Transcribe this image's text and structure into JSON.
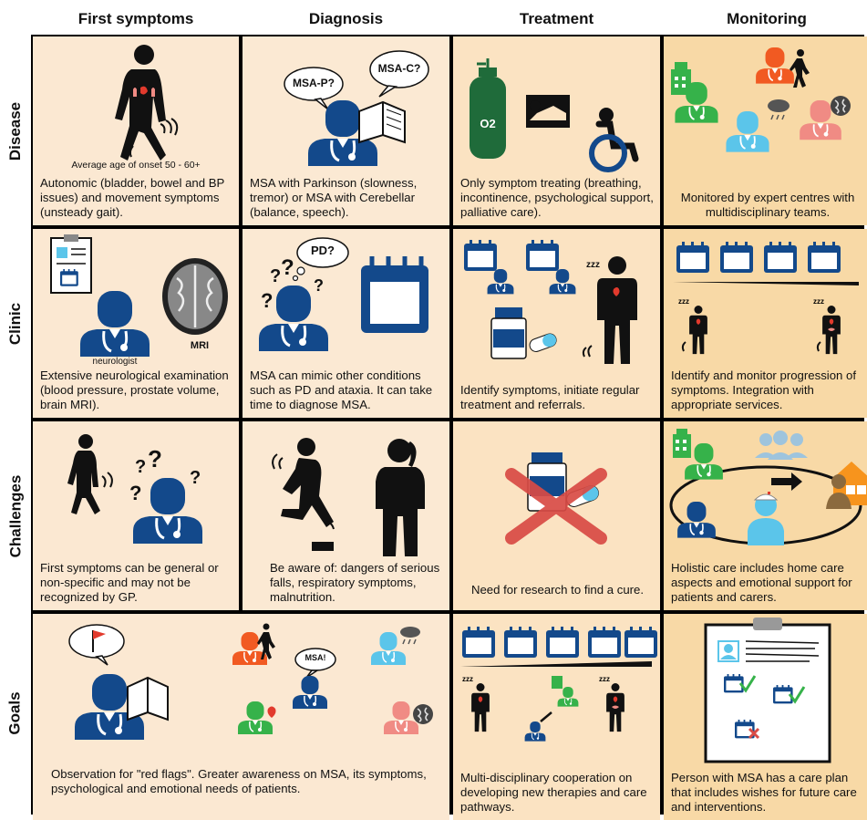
{
  "columns": [
    "First symptoms",
    "Diagnosis",
    "Treatment",
    "Monitoring"
  ],
  "rows": [
    "Disease",
    "Clinic",
    "Challenges",
    "Goals"
  ],
  "cells": {
    "disease": {
      "first": "Autonomic (bladder, bowel and BP issues) and movement symptoms (unsteady gait).",
      "first_note": "Average age of onset 50 - 60+",
      "diagnosis": "MSA with Parkinson (slowness, tremor) or MSA with Cerebellar (balance, speech).",
      "bubble_p": "MSA-P?",
      "bubble_c": "MSA-C?",
      "treatment": "Only symptom treating (breathing, incontinence, psychological support, palliative care).",
      "o2": "O2",
      "monitoring": "Monitored by expert centres with multidisciplinary teams."
    },
    "clinic": {
      "first": "Extensive neurological examination (blood pressure, prostate volume, brain MRI).",
      "neurologist": "neurologist",
      "mri": "MRI",
      "diagnosis": "MSA can mimic other conditions such as PD and ataxia. It can take time to diagnose MSA.",
      "bubble_pd": "PD?",
      "treatment": "Identify symptoms, initiate regular treatment and referrals.",
      "zzz": "zzz",
      "monitoring": "Identify and monitor progression of symptoms. Integration with appropriate services."
    },
    "challenges": {
      "first": "First symptoms can be general or non-specific and may not be recognized by GP.",
      "diagnosis": "Be aware of: dangers of serious falls, respiratory symptoms, malnutrition.",
      "treatment": "Need for research to find a cure.",
      "monitoring": "Holistic care includes home care aspects and emotional support for patients and carers."
    },
    "goals": {
      "first": "Observation for \"red flags\". Greater awareness on MSA, its symptoms, psychological and emotional needs of patients.",
      "bubble_msa": "MSA!",
      "treatment": "Multi-disciplinary cooperation on developing new therapies and care pathways.",
      "monitoring": "Person with MSA has a care plan that includes wishes for future care and interventions."
    }
  },
  "colors": {
    "doctor_blue": "#13498b",
    "green": "#36b24a",
    "orange": "#f15a22",
    "sky": "#5bc5ea",
    "pink": "#f08b84",
    "red_cross": "#d94b45",
    "cylinder": "#1f6b3a"
  }
}
